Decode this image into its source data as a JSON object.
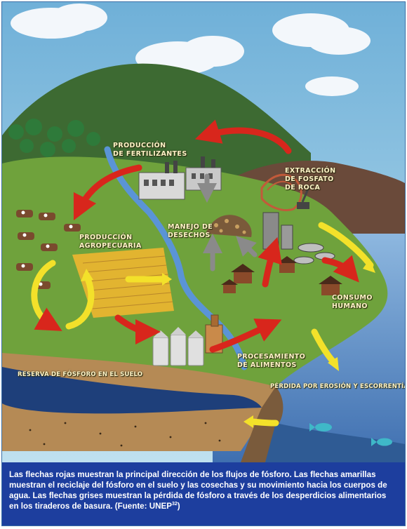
{
  "labels": {
    "fertilizer_production": [
      "PRODUCCIÓN",
      "DE FERTILIZANTES"
    ],
    "rock_extraction": [
      "EXTRACCIÓN",
      "DE FOSFATO",
      "DE ROCA"
    ],
    "waste_management": [
      "MANEJO DE",
      "DESECHOS"
    ],
    "agricultural_production": [
      "PRODUCCIÓN",
      "AGROPECUARIA"
    ],
    "human_consumption": [
      "CONSUMO",
      "HUMANO"
    ],
    "food_processing": [
      "PROCESAMIENTO",
      "DE ALIMENTOS"
    ],
    "soil_reserve": "RESERVA DE FÓSFORO EN EL SUELO",
    "erosion_loss": "PÉRDIDA POR EROSIÓN Y ESCORRENTÍA"
  },
  "caption": {
    "text": "Las flechas rojas muestran la principal dirección de los flujos de fósforo. Las flechas amarillas muestran el reciclaje del fósforo en el suelo y las cosechas y su movimiento hacia los cuerpos de agua. Las flechas grises muestran la pérdida de fósforo a través de los desperdicios alimentarios en los tiraderos de basura. (Fuente: UNEP",
    "ref": "32",
    "close": ")"
  },
  "colors": {
    "sky": "#8fc2df",
    "land": "#6fa23c",
    "water": "#5d8fc7",
    "arrow_red": "#d8261c",
    "arrow_yellow": "#f3e12a",
    "arrow_gray": "#8a8a8a",
    "caption_bg": "#1d3e9e"
  },
  "legend_icons": [
    "red-arrow",
    "yellow-arrow",
    "gray-arrow"
  ]
}
